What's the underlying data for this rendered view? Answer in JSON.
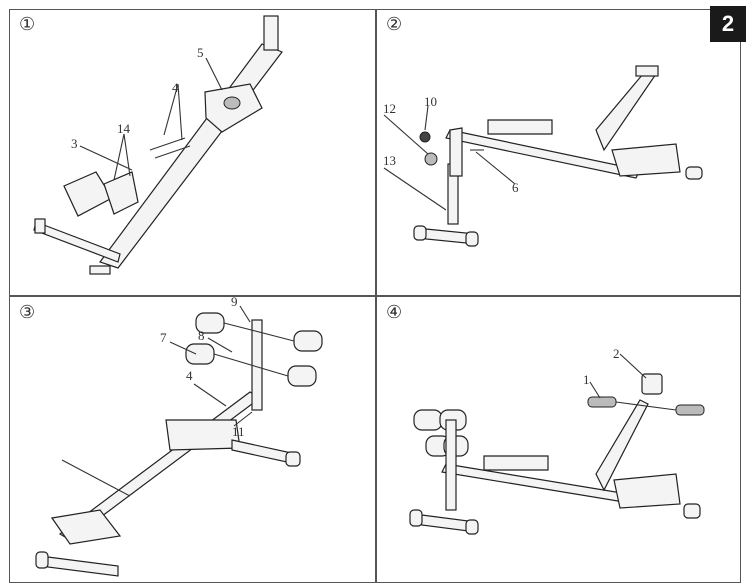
{
  "page_number": "2",
  "steps": [
    {
      "step": "①",
      "callouts": [
        "5",
        "4",
        "14",
        "3"
      ]
    },
    {
      "step": "②",
      "callouts": [
        "10",
        "12",
        "13",
        "6"
      ]
    },
    {
      "step": "③",
      "callouts": [
        "9",
        "8",
        "7",
        "4",
        "11"
      ]
    },
    {
      "step": "④",
      "callouts": [
        "2",
        "1"
      ]
    }
  ]
}
